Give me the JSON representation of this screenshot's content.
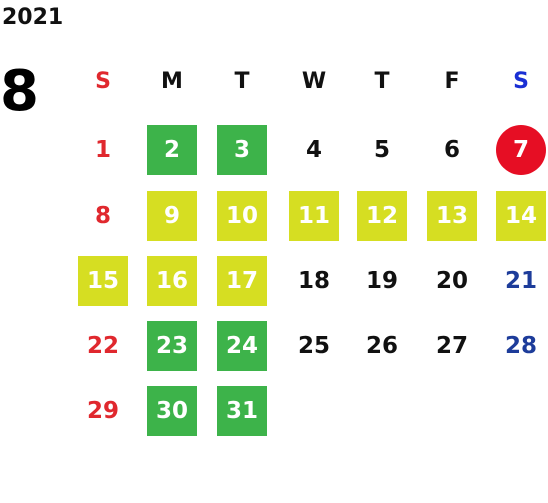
{
  "year": "2021",
  "month": "8",
  "colors": {
    "sunday": "#e0282e",
    "saturday_header": "#1a2fd4",
    "saturday_date": "#1d3c9a",
    "weekday": "#111111",
    "green_highlight": "#3db34a",
    "yellow_highlight": "#d6de22",
    "circle_highlight": "#e60e24"
  },
  "weekdays": [
    "S",
    "M",
    "T",
    "W",
    "T",
    "F",
    "S"
  ],
  "weeks": [
    [
      {
        "d": "1",
        "h": ""
      },
      {
        "d": "2",
        "h": "green"
      },
      {
        "d": "3",
        "h": "green"
      },
      {
        "d": "4",
        "h": ""
      },
      {
        "d": "5",
        "h": ""
      },
      {
        "d": "6",
        "h": ""
      },
      {
        "d": "7",
        "h": "circle"
      }
    ],
    [
      {
        "d": "8",
        "h": ""
      },
      {
        "d": "9",
        "h": "yellow"
      },
      {
        "d": "10",
        "h": "yellow"
      },
      {
        "d": "11",
        "h": "yellow"
      },
      {
        "d": "12",
        "h": "yellow"
      },
      {
        "d": "13",
        "h": "yellow"
      },
      {
        "d": "14",
        "h": "yellow"
      }
    ],
    [
      {
        "d": "15",
        "h": "yellow"
      },
      {
        "d": "16",
        "h": "yellow"
      },
      {
        "d": "17",
        "h": "yellow"
      },
      {
        "d": "18",
        "h": ""
      },
      {
        "d": "19",
        "h": ""
      },
      {
        "d": "20",
        "h": ""
      },
      {
        "d": "21",
        "h": ""
      }
    ],
    [
      {
        "d": "22",
        "h": ""
      },
      {
        "d": "23",
        "h": "green"
      },
      {
        "d": "24",
        "h": "green"
      },
      {
        "d": "25",
        "h": ""
      },
      {
        "d": "26",
        "h": ""
      },
      {
        "d": "27",
        "h": ""
      },
      {
        "d": "28",
        "h": ""
      }
    ],
    [
      {
        "d": "29",
        "h": ""
      },
      {
        "d": "30",
        "h": "green"
      },
      {
        "d": "31",
        "h": "green"
      }
    ]
  ]
}
